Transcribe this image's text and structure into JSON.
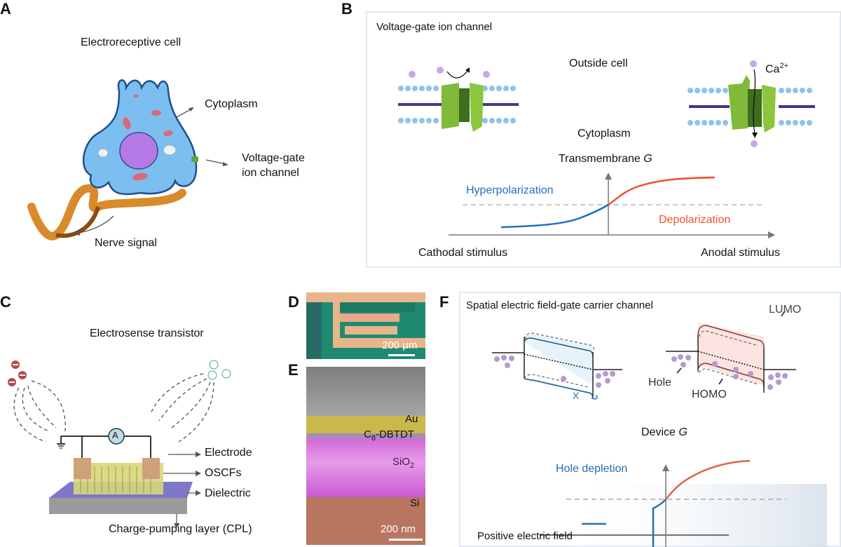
{
  "panels": {
    "A": {
      "letter": "A",
      "title": "Electroreceptive cell",
      "labels": {
        "cytoplasm": "Cytoplasm",
        "channel_line1": "Voltage-gate",
        "channel_line2": "ion channel",
        "nerve": "Nerve signal"
      }
    },
    "B": {
      "letter": "B",
      "title": "Voltage-gate ion channel",
      "outside": "Outside cell",
      "cytoplasm": "Cytoplasm",
      "ion": "Ca",
      "ion_charge": "2+",
      "yaxis": "Transmembrane ",
      "yaxis_italic": "G",
      "hyper": "Hyperpolarization",
      "depol": "Depolarization",
      "x_left": "Cathodal stimulus",
      "x_right": "Anodal stimulus",
      "colors": {
        "hyper": "#1f6fc6",
        "depol": "#f0502a"
      }
    },
    "C": {
      "letter": "C",
      "title": "Electrosense transistor",
      "ammeter": "A",
      "labels": {
        "electrode": "Electrode",
        "oscfs": "OSCFs",
        "dielectric": "Dielectric",
        "cpl": "Charge-pumping layer (CPL)"
      }
    },
    "D": {
      "letter": "D",
      "scale": "200 μm"
    },
    "E": {
      "letter": "E",
      "layers": {
        "au": "Au",
        "c8_pre": "C",
        "c8_sub": "8",
        "c8_post": "-DBTDT",
        "sio2_pre": "SiO",
        "sio2_sub": "2",
        "si": "Si"
      },
      "scale": "200 nm"
    },
    "F": {
      "letter": "F",
      "title": "Spatial electric field-gate carrier channel",
      "lumo": "LUMO",
      "homo": "HOMO",
      "hole": "Hole",
      "x_mark": "X",
      "yaxis": "Device ",
      "yaxis_italic": "G",
      "hole_depletion": "Hole depletion",
      "xaxis": "Positive electric field",
      "colors": {
        "blue": "#2a6fa8",
        "red": "#d9664a"
      }
    }
  }
}
